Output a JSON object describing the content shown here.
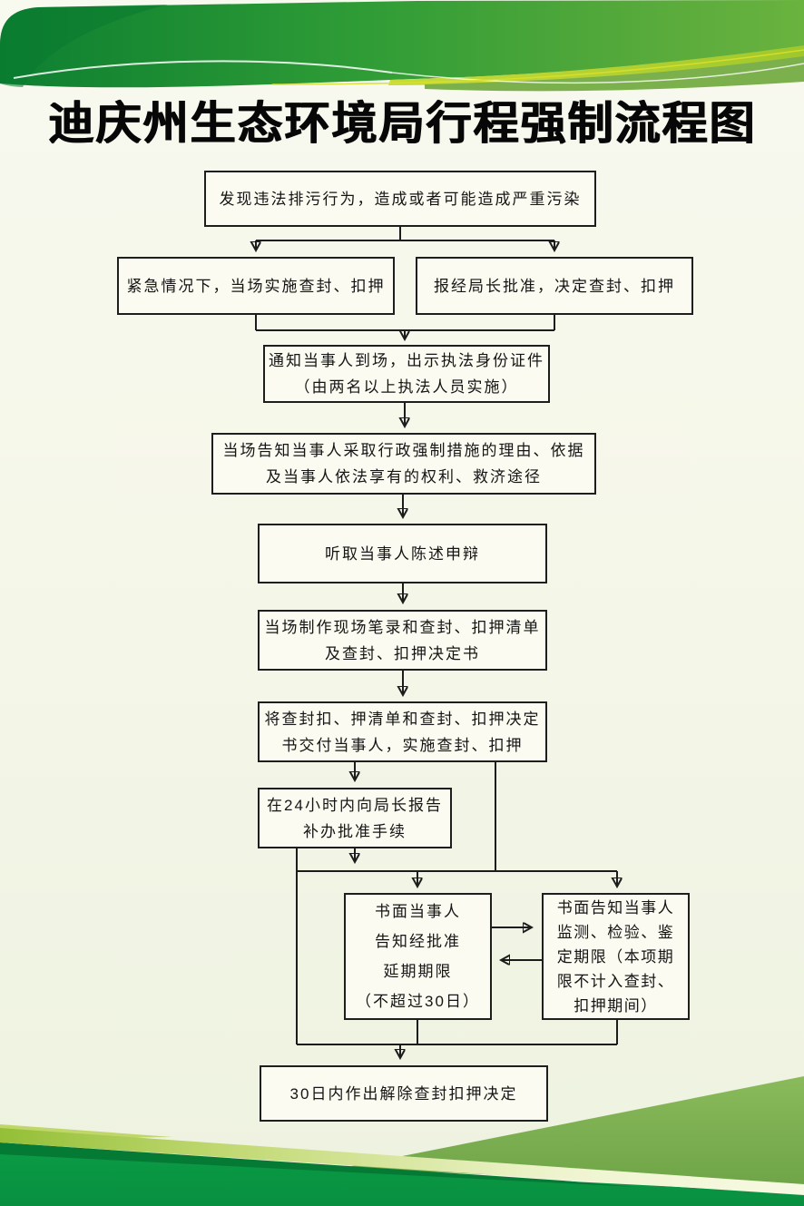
{
  "title": "迪庆州生态环境局行程强制流程图",
  "colors": {
    "banner_green_dark": "#0d7f31",
    "banner_green_mid": "#2f9c36",
    "banner_green_light": "#67b13f",
    "accent_yellow_green": "#a9ce2e",
    "thin_yellow_line": "#d8e02a",
    "bottom_bright_green": "#089340",
    "bottom_dark_green": "#057a35",
    "olive_green": "#7bac4e",
    "pale_band": "#eff4cf",
    "page_background": "#f5f7e9",
    "box_background": "#fbfbf1",
    "line_color": "#1c1c1c",
    "text_color": "#151515"
  },
  "flowchart": {
    "nodes": [
      {
        "id": "start",
        "lines": [
          "发现违法排污行为，造成或者可能造成严重污染"
        ]
      },
      {
        "id": "urgent-onsite-seizure",
        "lines": [
          "紧急情况下，当场实施查封、扣押"
        ]
      },
      {
        "id": "director-approved-seizure",
        "lines": [
          "报经局长批准，决定查封、扣押"
        ]
      },
      {
        "id": "notify-party",
        "lines": [
          "通知当事人到场，出示执法身份证件",
          "（由两名以上执法人员实施）"
        ]
      },
      {
        "id": "inform-reasons-rights",
        "lines": [
          "当场告知当事人采取行政强制措施的理由、依据",
          "及当事人依法享有的权利、救济途径"
        ]
      },
      {
        "id": "hear-statement",
        "lines": [
          "听取当事人陈述申辩"
        ]
      },
      {
        "id": "make-onsite-records",
        "lines": [
          "当场制作现场笔录和查封、扣押清单",
          "及查封、扣押决定书"
        ]
      },
      {
        "id": "deliver-documents",
        "lines": [
          "将查封扣、押清单和查封、扣押决定",
          "书交付当事人，实施查封、扣押"
        ]
      },
      {
        "id": "report-within-24h",
        "lines": [
          "在24小时内向局长报告",
          "补办批准手续"
        ]
      },
      {
        "id": "extension-notice",
        "lines": [
          "书面当事人",
          "告知经批准",
          "延期期限",
          "（不超过30日）"
        ]
      },
      {
        "id": "testing-notice",
        "lines": [
          "书面告知当事人",
          "监测、检验、鉴",
          "定期限（本项期",
          "限不计入查封、",
          "扣押期间）"
        ]
      },
      {
        "id": "release-decision",
        "lines": [
          "30日内作出解除查封扣押决定"
        ]
      }
    ],
    "edges": [
      {
        "from": "start",
        "to": "urgent-onsite-seizure",
        "type": "arrow"
      },
      {
        "from": "start",
        "to": "director-approved-seizure",
        "type": "arrow"
      },
      {
        "from": "urgent-onsite-seizure",
        "to": "notify-party",
        "type": "arrow"
      },
      {
        "from": "director-approved-seizure",
        "to": "notify-party",
        "type": "arrow"
      },
      {
        "from": "notify-party",
        "to": "inform-reasons-rights",
        "type": "arrow"
      },
      {
        "from": "inform-reasons-rights",
        "to": "hear-statement",
        "type": "arrow"
      },
      {
        "from": "hear-statement",
        "to": "make-onsite-records",
        "type": "arrow"
      },
      {
        "from": "make-onsite-records",
        "to": "deliver-documents",
        "type": "arrow"
      },
      {
        "from": "deliver-documents",
        "to": "report-within-24h",
        "type": "arrow"
      },
      {
        "from": "deliver-documents",
        "to": "notice-junction",
        "type": "line"
      },
      {
        "from": "report-within-24h",
        "to": "extension-notice",
        "type": "arrow"
      },
      {
        "from": "report-within-24h",
        "to": "testing-notice",
        "type": "arrow"
      },
      {
        "from": "extension-notice",
        "to": "testing-notice",
        "type": "arrow"
      },
      {
        "from": "testing-notice",
        "to": "extension-notice",
        "type": "arrow"
      },
      {
        "from": "extension-notice",
        "to": "release-decision",
        "type": "arrow"
      },
      {
        "from": "testing-notice",
        "to": "release-decision",
        "type": "arrow"
      },
      {
        "from": "report-within-24h",
        "to": "release-decision",
        "type": "line"
      }
    ]
  }
}
